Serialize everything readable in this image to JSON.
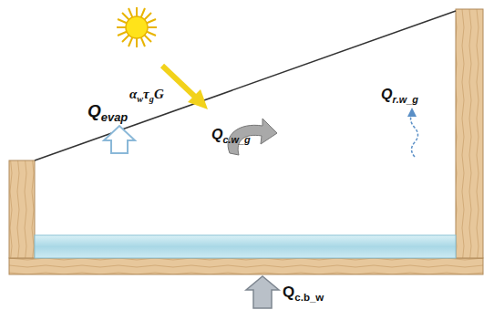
{
  "diagram": {
    "labels": [
      "αwτgG",
      "Qevap",
      "Qc.w_g",
      "Qr.w_g",
      "Qc.b_w"
    ]
  }
}
